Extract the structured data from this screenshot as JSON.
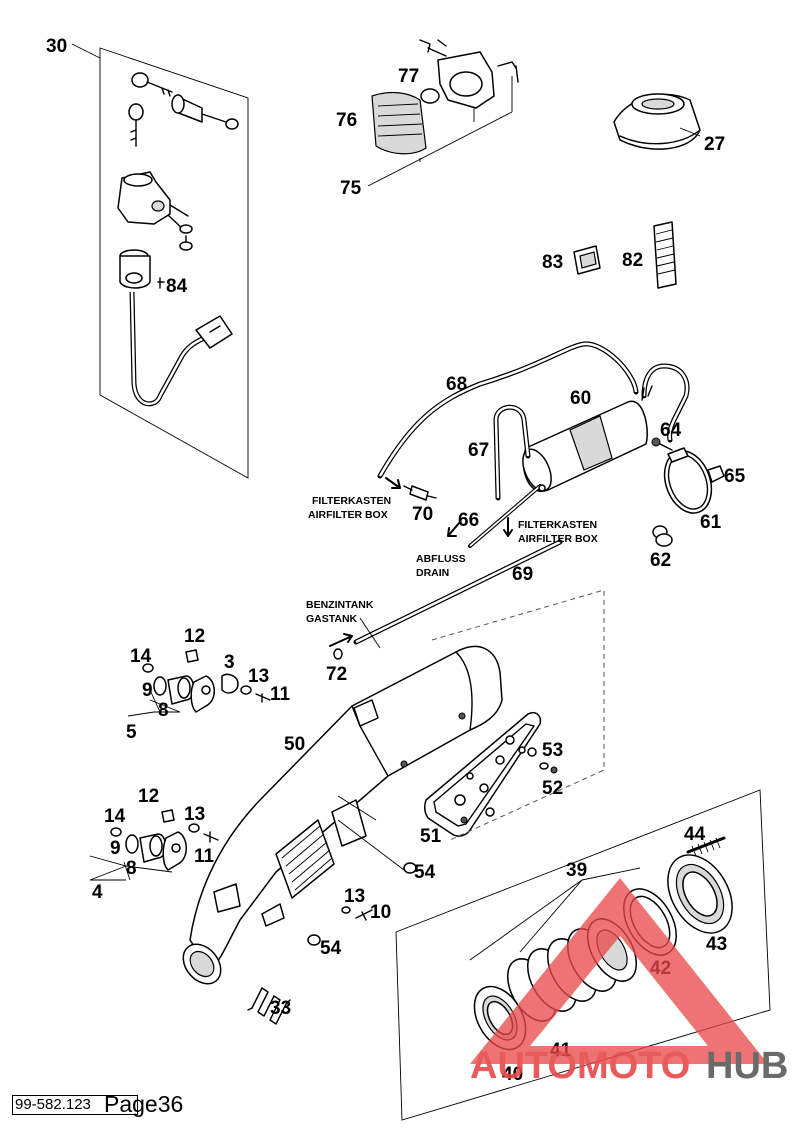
{
  "callouts": {
    "c30": "30",
    "c84": "84",
    "c77": "77",
    "c76": "76",
    "c75": "75",
    "c27": "27",
    "c83": "83",
    "c82": "82",
    "c68": "68",
    "c60": "60",
    "c67": "67",
    "c64": "64",
    "c65": "65",
    "c70": "70",
    "c66": "66",
    "c69": "69",
    "c61": "61",
    "c62": "62",
    "c72": "72",
    "c14a": "14",
    "c12a": "12",
    "c3": "3",
    "c13a": "13",
    "c11a": "11",
    "c9a": "9",
    "c8a": "8",
    "c5": "5",
    "c50": "50",
    "c53": "53",
    "c52": "52",
    "c51": "51",
    "c14b": "14",
    "c12b": "12",
    "c13b": "13",
    "c9b": "9",
    "c8b": "8",
    "c11b": "11",
    "c4": "4",
    "c54a": "54",
    "c13c": "13",
    "c10": "10",
    "c54b": "54",
    "c39": "39",
    "c44": "44",
    "c43": "43",
    "c42": "42",
    "c41": "41",
    "c40": "40",
    "c33": "33"
  },
  "notes": {
    "filterkasten_de_1": "FILTERKASTEN",
    "airfilter_en_1": "AIRFILTER BOX",
    "filterkasten_de_2": "FILTERKASTEN",
    "airfilter_en_2": "AIRFILTER BOX",
    "abfluss_de": "ABFLUSS",
    "drain_en": "DRAIN",
    "benzintank_de": "BENZINTANK",
    "gastank_en": "GASTANK"
  },
  "watermark": {
    "text_a": "AUTOMOTO",
    "text_b": "HUB",
    "color_red": "#e8494a",
    "color_gray": "#5a5a5a",
    "triangle_color": "#e8494a"
  },
  "footer": {
    "doc_number": "99-582.123",
    "page_label": "Page36"
  }
}
